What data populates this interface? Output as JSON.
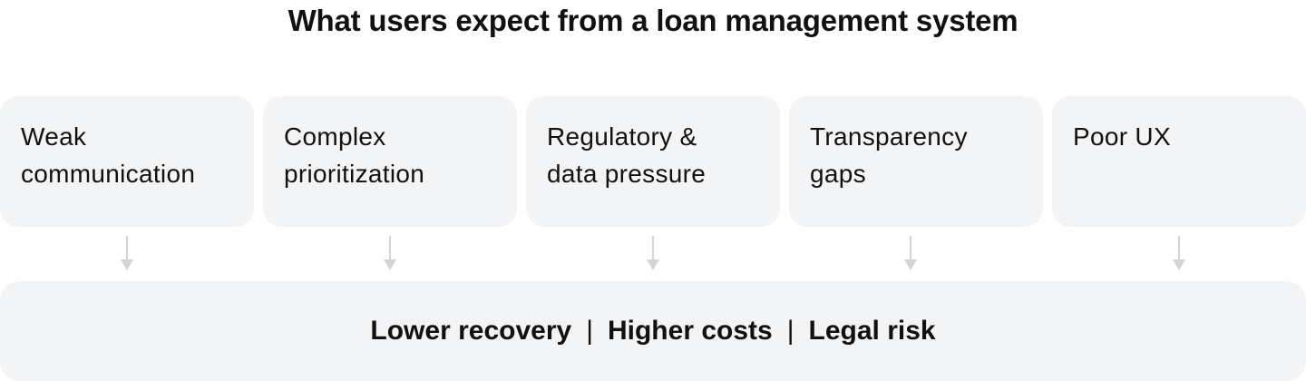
{
  "title": "What users expect from a loan management system",
  "causes": [
    {
      "line1": "Weak",
      "line2": "communication"
    },
    {
      "line1": "Complex",
      "line2": "prioritization"
    },
    {
      "line1": "Regulatory &",
      "line2": "data pressure"
    },
    {
      "line1": "Transparency",
      "line2": "gaps"
    },
    {
      "line1": "Poor UX",
      "line2": ""
    }
  ],
  "outcome": {
    "items": [
      "Lower recovery",
      "Higher costs",
      "Legal risk"
    ],
    "separator": "|"
  },
  "colors": {
    "box": "#f3f4f6",
    "arrow": "#d4d4d6",
    "text": "#111111"
  }
}
